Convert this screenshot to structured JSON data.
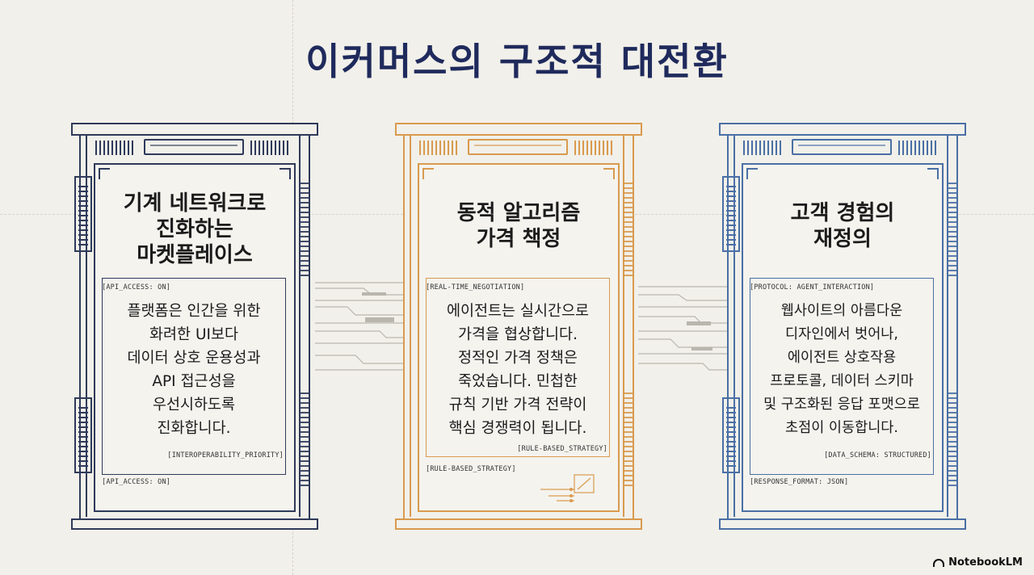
{
  "page": {
    "title": "이커머스의 구조적 대전환"
  },
  "brand": {
    "label": "NotebookLM",
    "icon": "notebooklm-logo-icon"
  },
  "colors": {
    "navy": "#2f3a5a",
    "orange": "#d99a4e",
    "blue": "#4a6fa5",
    "text": "#1b1b1b",
    "background": "#f1f0ea"
  },
  "panels": [
    {
      "title": [
        "기계 네트워크로",
        "진화하는",
        "마켓플레이스"
      ],
      "tag_top": "[API_ACCESS: ON]",
      "body": [
        "플랫폼은 인간을 위한",
        "화려한 UI보다",
        "데이터 상호 운용성과",
        "API 접근성을",
        "우선시하도록",
        "진화합니다."
      ],
      "tag_right": "[INTEROPERABILITY_PRIORITY]",
      "tag_bottom": "[API_ACCESS: ON]"
    },
    {
      "title": [
        "동적 알고리즘",
        "가격 책정"
      ],
      "tag_top": "[REAL-TIME_NEGOTIATION]",
      "body": [
        "에이전트는 실시간으로",
        "가격을 협상합니다.",
        "정적인 가격 정책은",
        "죽었습니다. 민첩한",
        "규칙 기반 가격 전략이",
        "핵심 경쟁력이 됩니다."
      ],
      "tag_right": "[RULE-BASED_STRATEGY]",
      "tag_bottom": "[RULE-BASED_STRATEGY]"
    },
    {
      "title": [
        "고객 경험의",
        "재정의"
      ],
      "tag_top": "[PROTOCOL: AGENT_INTERACTION]",
      "body": [
        "웹사이트의 아름다운",
        "디자인에서 벗어나,",
        "에이전트 상호작용",
        "프로토콜, 데이터 스키마",
        "및 구조화된 응답 포맷으로",
        "초점이 이동합니다."
      ],
      "tag_right": "[DATA_SCHEMA: STRUCTURED]",
      "tag_bottom": "[RESPONSE_FORMAT: JSON]"
    }
  ]
}
